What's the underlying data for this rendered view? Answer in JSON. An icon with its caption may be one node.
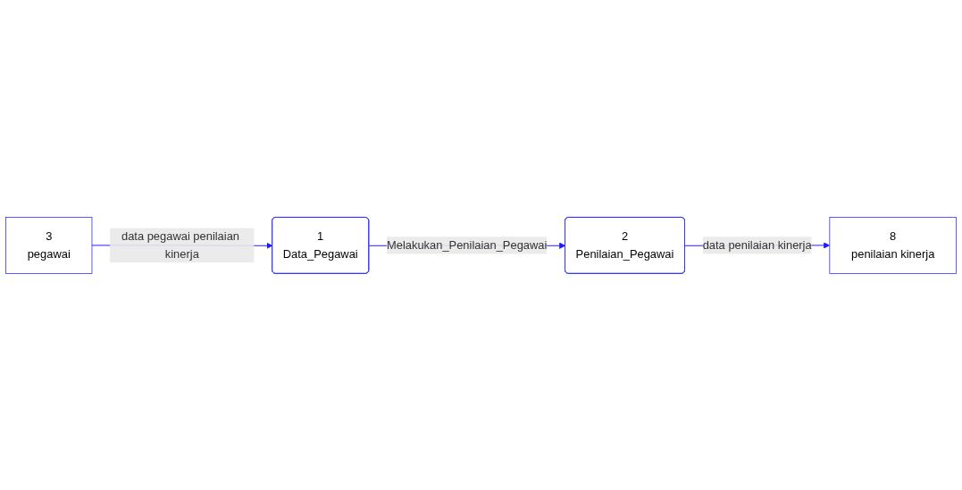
{
  "diagram": {
    "nodes": [
      {
        "text": [
          "3",
          "pegawai"
        ]
      },
      {
        "text": [
          "1",
          "Data_Pegawai"
        ]
      },
      {
        "text": [
          "2",
          "Penilaian_Pegawai"
        ]
      },
      {
        "text": [
          "8",
          "penilaian kinerja"
        ]
      }
    ],
    "edges": [
      {
        "from": 0,
        "to": 1,
        "arrow": "to",
        "label": "data pegawai penilaian kinerja"
      },
      {
        "from": 1,
        "to": 2,
        "arrow": "to",
        "label": "Melakukan_Penilaian_Pegawai"
      },
      {
        "from": 2,
        "to": 3,
        "arrow": "to",
        "label": "data penilaian kinerja"
      }
    ]
  }
}
